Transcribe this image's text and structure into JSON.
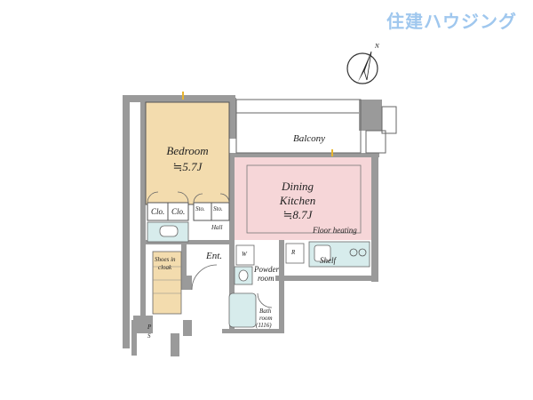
{
  "brand": {
    "logo_text": "住建ハウジング",
    "color": "#9fc7ee"
  },
  "compass": {
    "label": "N"
  },
  "rooms": {
    "bedroom": {
      "name": "Bedroom",
      "size": "≒5.7J",
      "color": "#f3dcae"
    },
    "balcony": {
      "name": "Balcony"
    },
    "dining_kitchen": {
      "name_line1": "Dining",
      "name_line2": "Kitchen",
      "size": "≒8.7J",
      "color": "#f6d6d8"
    },
    "floor_heating": "Floor heating",
    "closet_1": "Clo.",
    "closet_2": "Clo.",
    "storage_1": "Sto.",
    "storage_2": "Sto.",
    "hall": "Hall",
    "shoes": {
      "line1": "Shoes in",
      "line2": "cloak"
    },
    "entrance": "Ent.",
    "washer": "W",
    "powder": {
      "line1": "Powder",
      "line2": "room"
    },
    "refrigerator": "R",
    "shelf": "Shelf",
    "bath": {
      "line1": "Bath",
      "line2": "room",
      "line3": "(1116)"
    },
    "ps": {
      "line1": "P",
      "line2": "S"
    }
  },
  "colors": {
    "wall": "#9a9a9a",
    "fixture": "#d7ecec",
    "entry": "#f3dcae"
  }
}
